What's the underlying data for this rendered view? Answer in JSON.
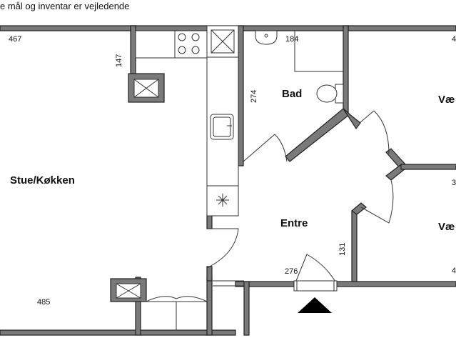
{
  "header": {
    "disclaimer": "e mål og inventar er vejledende"
  },
  "rooms": {
    "living_kitchen": "Stue/Køkken",
    "bath": "Bad",
    "hall": "Entre",
    "room_upper": "Væ",
    "room_lower": "Væ"
  },
  "dimensions": {
    "living_top": "467",
    "kitchen_side": "147",
    "bath_width": "184",
    "kitchen_length": "274",
    "hall_width": "276",
    "hall_side": "131",
    "living_bottom": "485",
    "room_upper_partial": "4",
    "room_mid_partial": "3",
    "room_lower_partial": "4"
  },
  "icons": [
    "entrance-arrow-icon",
    "stove-icon",
    "sink-icon",
    "toilet-icon",
    "washbasin-icon",
    "shaft-icon"
  ]
}
